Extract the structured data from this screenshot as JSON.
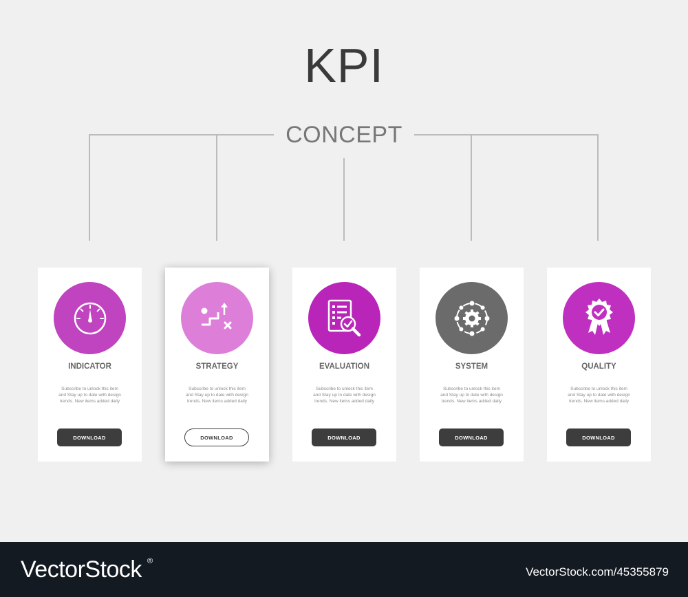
{
  "header": {
    "title": "KPI",
    "subtitle": "CONCEPT"
  },
  "cards": [
    {
      "title": "INDICATOR",
      "text": "Subscribe to unlock this item and Stay up to date with design trends. New items added daily",
      "button": "DOWNLOAD",
      "color": "#c043c0",
      "icon": "speedometer-icon"
    },
    {
      "title": "STRATEGY",
      "text": "Subscribe to unlock this item and Stay up to date with design trends. New items added daily",
      "button": "DOWNLOAD",
      "color": "#dd7fd9",
      "icon": "strategy-stairs-icon"
    },
    {
      "title": "EVALUATION",
      "text": "Subscribe to unlock this item and Stay up to date with design trends. New items added daily",
      "button": "DOWNLOAD",
      "color": "#b825b8",
      "icon": "evaluation-document-icon"
    },
    {
      "title": "SYSTEM",
      "text": "Subscribe to unlock this item and Stay up to date with design trends. New items added daily",
      "button": "DOWNLOAD",
      "color": "#6b6b6b",
      "icon": "system-gears-icon"
    },
    {
      "title": "QUALITY",
      "text": "Subscribe to unlock this item and Stay up to date with design trends. New items added daily",
      "button": "DOWNLOAD",
      "color": "#c030c0",
      "icon": "quality-badge-icon"
    }
  ],
  "footer": {
    "brand": "VectorStock",
    "registered": "®",
    "image_id": "VectorStock.com/45355879"
  }
}
